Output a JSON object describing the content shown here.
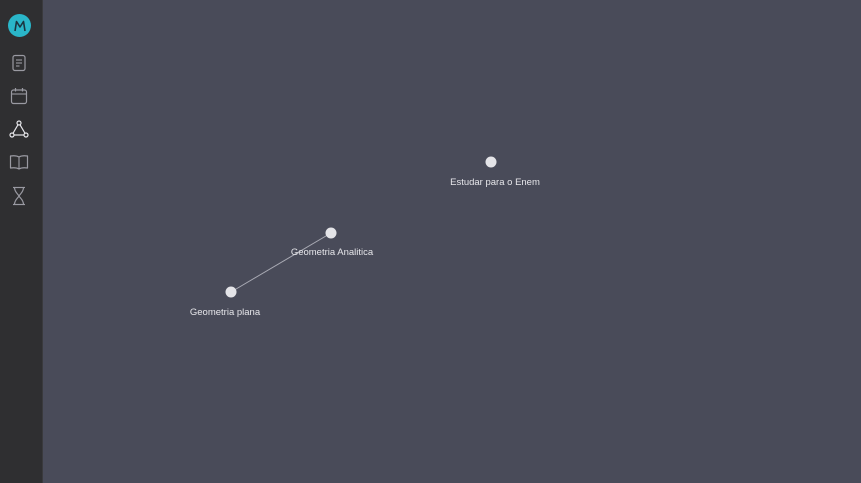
{
  "sidebar": {
    "logo_icon": "app-logo-m",
    "items": [
      {
        "name": "notes",
        "icon": "document-icon"
      },
      {
        "name": "calendar",
        "icon": "calendar-icon"
      },
      {
        "name": "graph",
        "icon": "graph-icon"
      },
      {
        "name": "library",
        "icon": "book-icon"
      },
      {
        "name": "timer",
        "icon": "hourglass-icon"
      }
    ]
  },
  "graph": {
    "nodes": [
      {
        "id": "estudar",
        "label": "Estudar para o Enem"
      },
      {
        "id": "analitica",
        "label": "Geometria Analitica"
      },
      {
        "id": "plana",
        "label": "Geometria plana"
      }
    ],
    "edges": [
      {
        "from": "analitica",
        "to": "plana"
      }
    ]
  },
  "colors": {
    "background": "#494b59",
    "sidebar": "#2f2f31",
    "node": "#e4e4e8",
    "edge": "#a9aab4",
    "accent": "#2ab6c9"
  }
}
